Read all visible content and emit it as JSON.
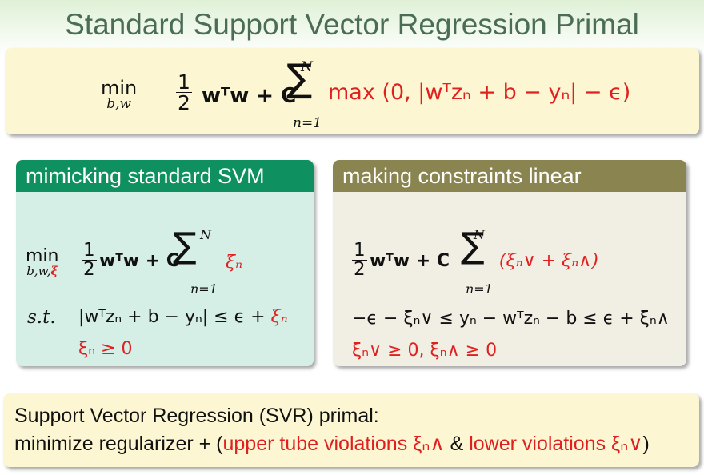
{
  "slide": {
    "title": "Standard Support Vector Regression Primal"
  },
  "primal": {
    "min_label": "min",
    "min_sub": "b,w",
    "half_num": "1",
    "half_den": "2",
    "reg_term": "wᵀw + C",
    "sum_top": "N",
    "sum_bot": "n=1",
    "loss": "max (0, |wᵀzₙ + b − yₙ| − ϵ)"
  },
  "left_block": {
    "heading": "mimicking standard SVM",
    "min_label": "min",
    "min_sub": "b,w,",
    "min_sub_xi": "ξ",
    "half_num": "1",
    "half_den": "2",
    "reg_term": "wᵀw + C",
    "sum_top": "N",
    "sum_bot": "n=1",
    "slack": "ξₙ",
    "st_label": "s.t.",
    "constraint": "|wᵀzₙ + b − yₙ| ≤ ϵ +",
    "constraint_slack": "ξₙ",
    "nonneg": "ξₙ ≥ 0"
  },
  "right_block": {
    "heading": "making constraints linear",
    "half_num": "1",
    "half_den": "2",
    "reg_term": "wᵀw + C",
    "sum_top": "N",
    "sum_bot": "n=1",
    "slack_sum": "(ξₙ∨ + ξₙ∧)",
    "constraint": "−ϵ − ξₙ∨ ≤ yₙ − wᵀzₙ − b ≤ ϵ + ξₙ∧",
    "nonneg": "ξₙ∨ ≥ 0, ξₙ∧ ≥ 0"
  },
  "summary": {
    "line1": "Support Vector Regression (SVR) primal:",
    "line2_prefix": "minimize regularizer + (",
    "upper": "upper tube violations ξₙ∧",
    "amp": " & ",
    "lower": "lower violations ξₙ∨",
    "close": ")"
  },
  "colors": {
    "title": "#4b6d56",
    "highlight": "#e0201f",
    "left_header": "#0f9060",
    "right_header": "#8a8550",
    "primal_bg": "#fcf7d2"
  }
}
